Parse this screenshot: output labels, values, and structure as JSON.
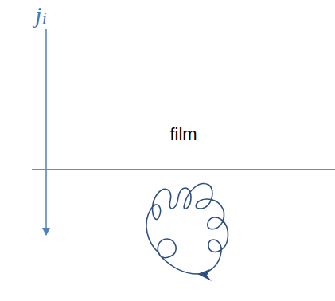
{
  "diagram": {
    "nodes": [
      {
        "text": [
          "film"
        ]
      }
    ],
    "labels": [
      "j",
      "i"
    ]
  }
}
